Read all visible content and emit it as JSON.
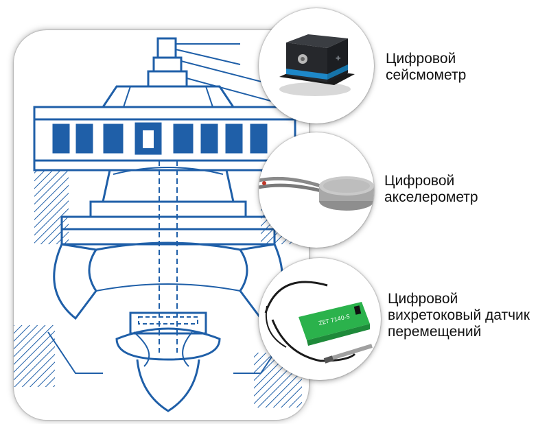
{
  "sensors": [
    {
      "lines": [
        "Цифровой",
        "сейсмометр"
      ]
    },
    {
      "lines": [
        "Цифровой",
        "акселерометр"
      ]
    },
    {
      "lines": [
        "Цифровой",
        "вихретоковый датчик",
        "перемещений"
      ]
    }
  ],
  "device_marking": "ZET 7140-S",
  "colors": {
    "drawing_blue": "#1f5fa8",
    "device_green": "#2bb24c",
    "seismometer_body": "#26282c",
    "seismometer_stripe": "#1e88c8"
  }
}
